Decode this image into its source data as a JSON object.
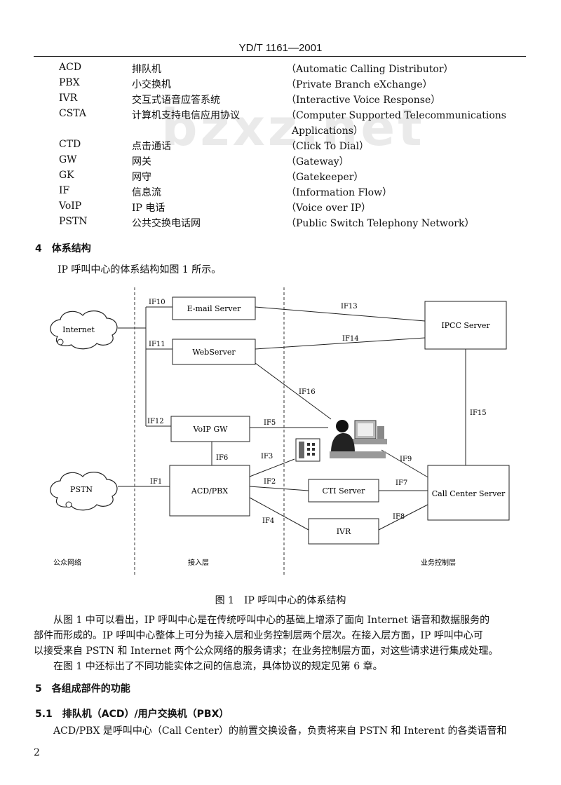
{
  "header": {
    "standard": "YD/T 1161—2001"
  },
  "watermark": "bzxz.net",
  "abbreviations": [
    {
      "abbr": "ACD",
      "cn": "排队机",
      "en": "（Automatic Calling Distributor）"
    },
    {
      "abbr": "PBX",
      "cn": "小交换机",
      "en": "（Private Branch eXchange）"
    },
    {
      "abbr": "IVR",
      "cn": "交互式语音应答系统",
      "en": "（Interactive Voice Response）"
    },
    {
      "abbr": "CSTA",
      "cn": "计算机支持电信应用协议",
      "en": "（Computer Supported Telecommunications",
      "en2": "Applications）"
    },
    {
      "abbr": "CTD",
      "cn": "点击通话",
      "en": "（Click To Dial）"
    },
    {
      "abbr": "GW",
      "cn": "网关",
      "en": "（Gateway）"
    },
    {
      "abbr": "GK",
      "cn": "网守",
      "en": "（Gatekeeper）"
    },
    {
      "abbr": "IF",
      "cn": "信息流",
      "en": "（Information Flow）"
    },
    {
      "abbr": "VoIP",
      "cn": "IP 电话",
      "en": "（Voice over IP）"
    },
    {
      "abbr": "PSTN",
      "cn": "公共交换电话网",
      "en": "（Public Switch Telephony Network）"
    }
  ],
  "section4": {
    "title": "4　体系结构",
    "intro": "IP 呼叫中心的体系结构如图 1 所示。"
  },
  "figure": {
    "clouds": {
      "internet": "Internet",
      "pstn": "PSTN"
    },
    "boxes": {
      "email": "E-mail Server",
      "web": "WebServer",
      "voip": "VoIP GW",
      "acd": "ACD/PBX",
      "cti": "CTI Server",
      "ivr": "IVR",
      "ipcc": "IPCC Server",
      "callcenter": "Call Center Server"
    },
    "flows": {
      "if1": "IF1",
      "if2": "IF2",
      "if3": "IF3",
      "if4": "IF4",
      "if5": "IF5",
      "if6": "IF6",
      "if7": "IF7",
      "if8": "IF8",
      "if9": "IF9",
      "if10": "IF10",
      "if11": "IF11",
      "if12": "IF12",
      "if13": "IF13",
      "if14": "IF14",
      "if15": "IF15",
      "if16": "IF16"
    },
    "layers": {
      "public": "公众网络",
      "access": "接入层",
      "control": "业务控制层"
    },
    "caption": "图 1　IP 呼叫中心的体系结构"
  },
  "body": {
    "p1_line1": "　　从图 1 中可以看出，IP 呼叫中心是在传统呼叫中心的基础上增添了面向 Internet 语音和数据服务的",
    "p1_line2": "部件而形成的。IP 呼叫中心整体上可分为接入层和业务控制层两个层次。在接入层方面，IP 呼叫中心可",
    "p1_line3": "以接受来自 PSTN 和 Internet 两个公众网络的服务请求；在业务控制层方面，对这些请求进行集成处理。",
    "p2": "　　在图 1 中还标出了不同功能实体之间的信息流，具体协议的规定见第 6 章。"
  },
  "section5": {
    "title": "5　各组成部件的功能",
    "sub_title": "5.1　排队机（ACD）/用户交换机（PBX）",
    "sub_text": "　　ACD/PBX 是呼叫中心（Call Center）的前置交换设备，负责将来自 PSTN 和 Interent 的各类语音和"
  },
  "page_number": "2"
}
